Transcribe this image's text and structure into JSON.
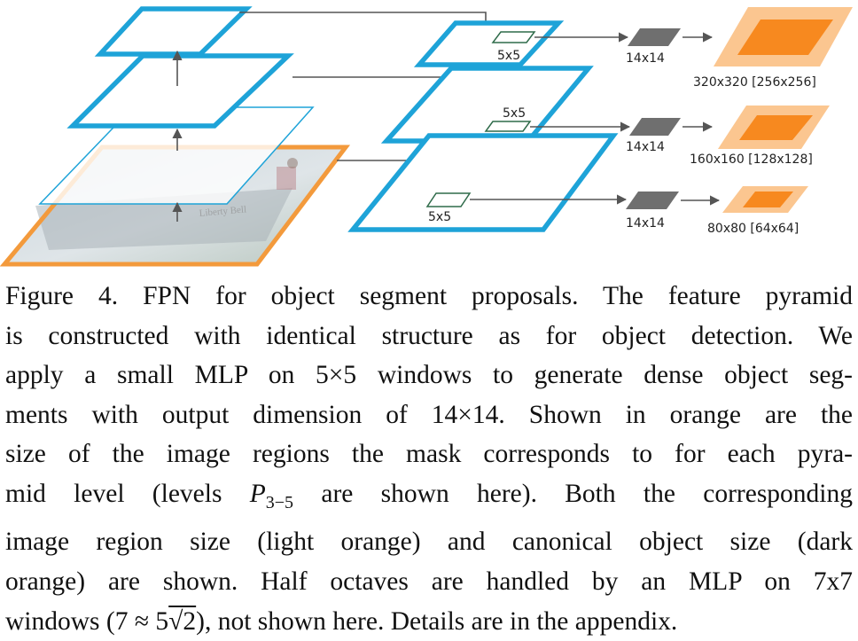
{
  "figure": {
    "window_label_1": "5x5",
    "window_label_2": "5x5",
    "window_label_3": "5x5",
    "mask_label_1": "14x14",
    "mask_label_2": "14x14",
    "mask_label_3": "14x14",
    "region_label_1": "320x320 [256x256]",
    "region_label_2": "160x160 [128x128]",
    "region_label_3": "80x80 [64x64]",
    "colors": {
      "pyramid_blue": "#1ea3d8",
      "image_orange": "#f39a3c",
      "light_orange": "#fbc690",
      "dark_orange": "#f7891f",
      "mask_gray": "#6f6f6f",
      "window_green": "#2f6b4a",
      "arrow_gray": "#555555"
    }
  },
  "caption": {
    "line_1": "Figure 4. FPN for object segment proposals. The feature pyramid",
    "line_2": "is constructed with identical structure as for object detection. We",
    "line_3": "apply a small MLP on 5×5 windows to generate dense object seg-",
    "line_4": "ments with output dimension of 14×14. Shown in orange are the",
    "line_5": "size of the image regions the mask corresponds to for each pyra-",
    "line_6a": "mid level (levels ",
    "line_6_sym": "P",
    "line_6_sub": "3−5",
    "line_6b": " are shown here). Both the corresponding",
    "line_7": "image region size (light orange) and canonical object size (dark",
    "line_8": "orange) are shown. Half octaves are handled by an MLP on 7x7",
    "line_9a": "windows (7 ≈ 5",
    "line_9_sqrt": "√2",
    "line_9b": "), not shown here. Details are in the appendix."
  }
}
